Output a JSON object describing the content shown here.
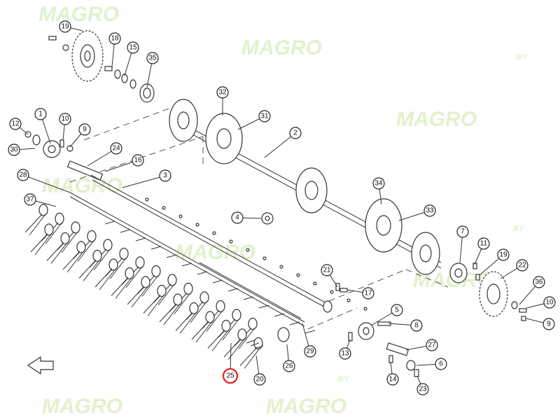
{
  "watermark": {
    "text": "MAGRO",
    "suffix": ".BY",
    "color": "#c9e7a5"
  },
  "selected_callout": "25",
  "selected_color": "#e0201a",
  "callouts": [
    {
      "id": "19a",
      "label": "19"
    },
    {
      "id": "18",
      "label": "18"
    },
    {
      "id": "15",
      "label": "15"
    },
    {
      "id": "35",
      "label": "35"
    },
    {
      "id": "32",
      "label": "32"
    },
    {
      "id": "31",
      "label": "31"
    },
    {
      "id": "2",
      "label": "2"
    },
    {
      "id": "1",
      "label": "1"
    },
    {
      "id": "10a",
      "label": "10"
    },
    {
      "id": "12",
      "label": "12"
    },
    {
      "id": "9a",
      "label": "9"
    },
    {
      "id": "30",
      "label": "30"
    },
    {
      "id": "24",
      "label": "24"
    },
    {
      "id": "16",
      "label": "16"
    },
    {
      "id": "3",
      "label": "3"
    },
    {
      "id": "28",
      "label": "28"
    },
    {
      "id": "37",
      "label": "37"
    },
    {
      "id": "4",
      "label": "4"
    },
    {
      "id": "34",
      "label": "34"
    },
    {
      "id": "33",
      "label": "33"
    },
    {
      "id": "7",
      "label": "7"
    },
    {
      "id": "11",
      "label": "11"
    },
    {
      "id": "19b",
      "label": "19"
    },
    {
      "id": "22",
      "label": "22"
    },
    {
      "id": "36",
      "label": "36"
    },
    {
      "id": "10b",
      "label": "10"
    },
    {
      "id": "9b",
      "label": "9"
    },
    {
      "id": "21",
      "label": "21"
    },
    {
      "id": "17",
      "label": "17"
    },
    {
      "id": "5",
      "label": "5"
    },
    {
      "id": "8",
      "label": "8"
    },
    {
      "id": "13",
      "label": "13"
    },
    {
      "id": "27",
      "label": "27"
    },
    {
      "id": "6",
      "label": "6"
    },
    {
      "id": "14",
      "label": "14"
    },
    {
      "id": "23",
      "label": "23"
    },
    {
      "id": "29",
      "label": "29"
    },
    {
      "id": "26",
      "label": "26"
    },
    {
      "id": "25",
      "label": "25"
    },
    {
      "id": "20",
      "label": "20"
    }
  ]
}
